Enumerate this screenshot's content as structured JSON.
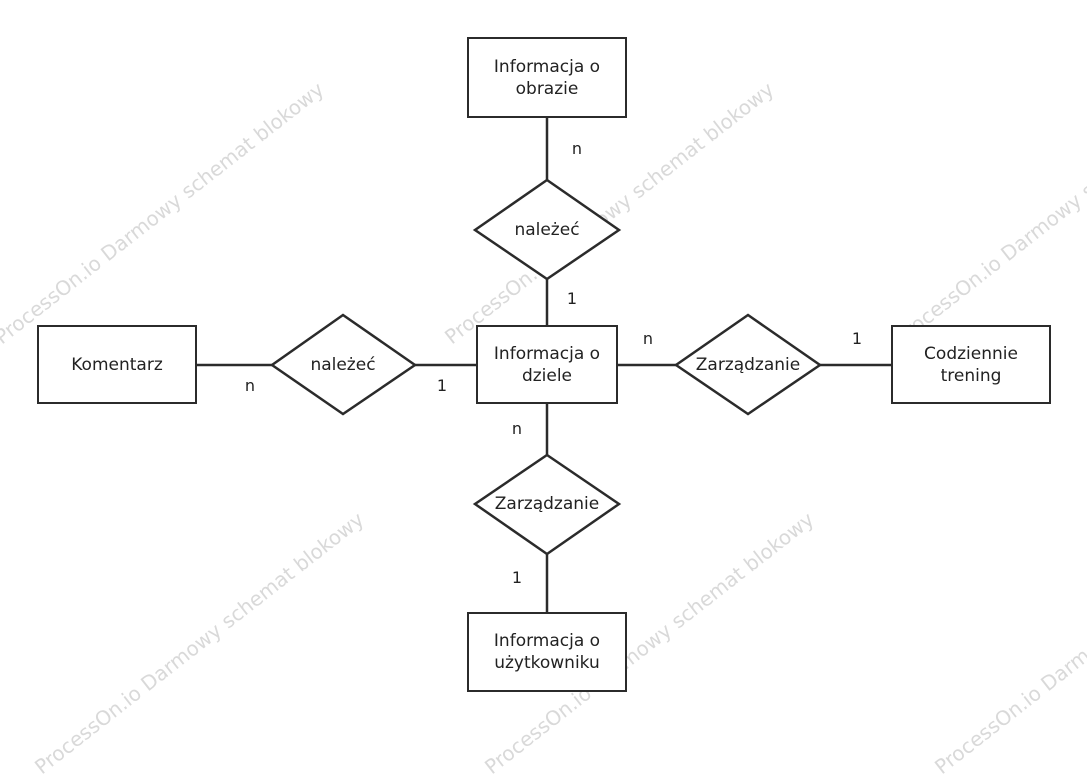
{
  "watermark": {
    "text": "ProcessOn.io Darmowy schemat blokowy"
  },
  "entities": {
    "obrazie": {
      "label": "Informacja o\nobrazie"
    },
    "dziele": {
      "label": "Informacja o\ndziele"
    },
    "komentarz": {
      "label": "Komentarz"
    },
    "trening": {
      "label": "Codziennie\ntrening"
    },
    "uzytkownik": {
      "label": "Informacja o\nużytkowniku"
    }
  },
  "relationships": {
    "top": {
      "label": "należeć"
    },
    "left": {
      "label": "należeć"
    },
    "right": {
      "label": "Zarządzanie"
    },
    "bottom": {
      "label": "Zarządzanie"
    }
  },
  "cardinalities": {
    "top_entity": "n",
    "top_center": "1",
    "left_entity": "n",
    "left_center": "1",
    "right_center": "n",
    "right_entity": "1",
    "bottom_center": "n",
    "bottom_entity": "1"
  },
  "colors": {
    "stroke": "#2b2b2b",
    "text": "#222222",
    "watermark": "#d9d9d9",
    "background": "#ffffff"
  }
}
